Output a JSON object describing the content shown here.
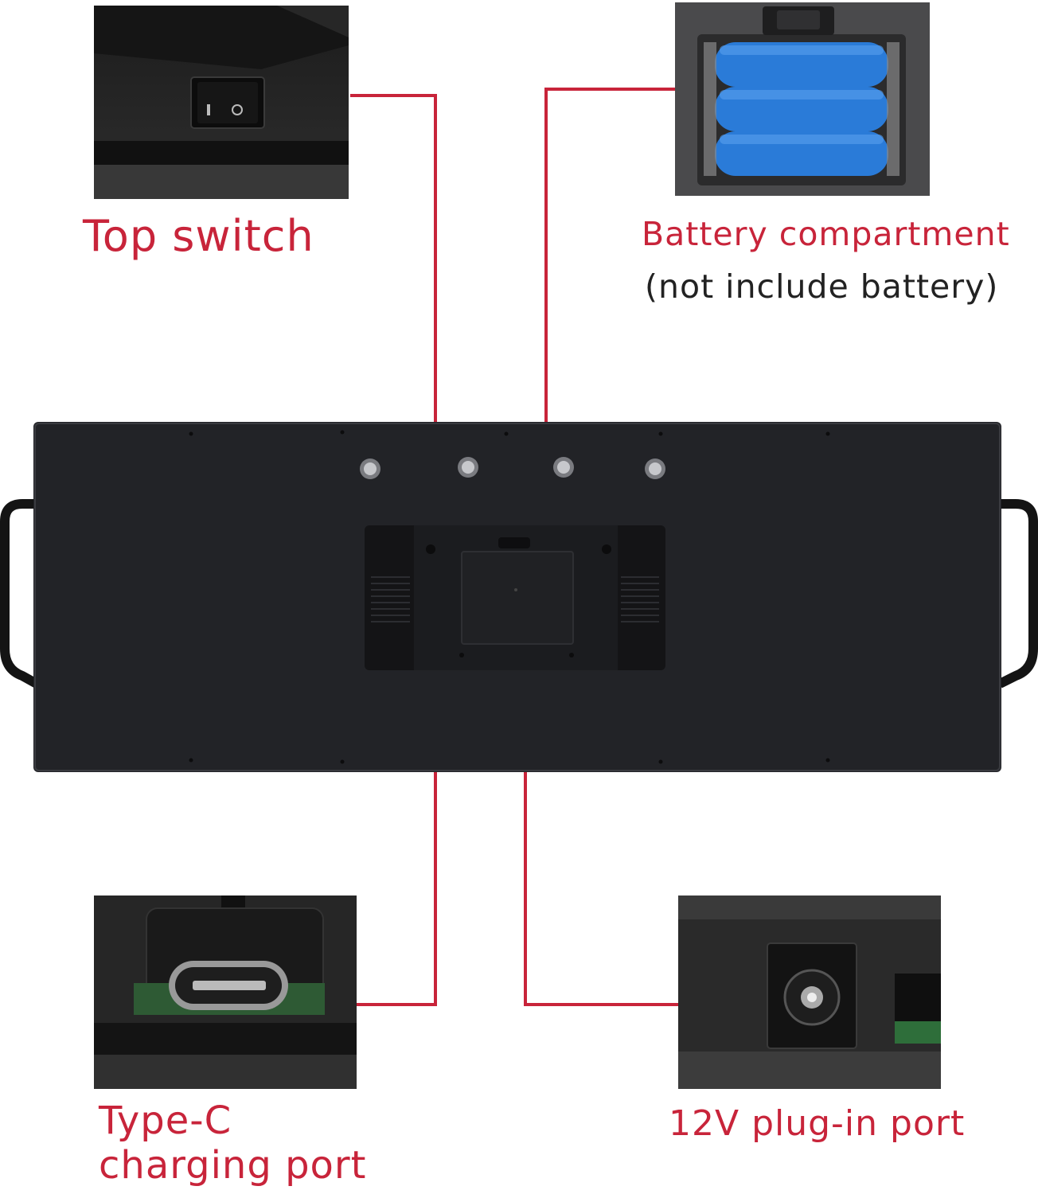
{
  "callouts": {
    "top_switch": {
      "label": "Top switch"
    },
    "battery": {
      "label": "Battery compartment",
      "note": "(not include battery)"
    },
    "type_c": {
      "label_line1": "Type-C",
      "label_line2": "charging port"
    },
    "dc_port": {
      "label": "12V plug-in port"
    }
  },
  "colors": {
    "accent": "#c8243a",
    "panel": "#1e1f22",
    "battery_cell": "#2a7bd8"
  }
}
